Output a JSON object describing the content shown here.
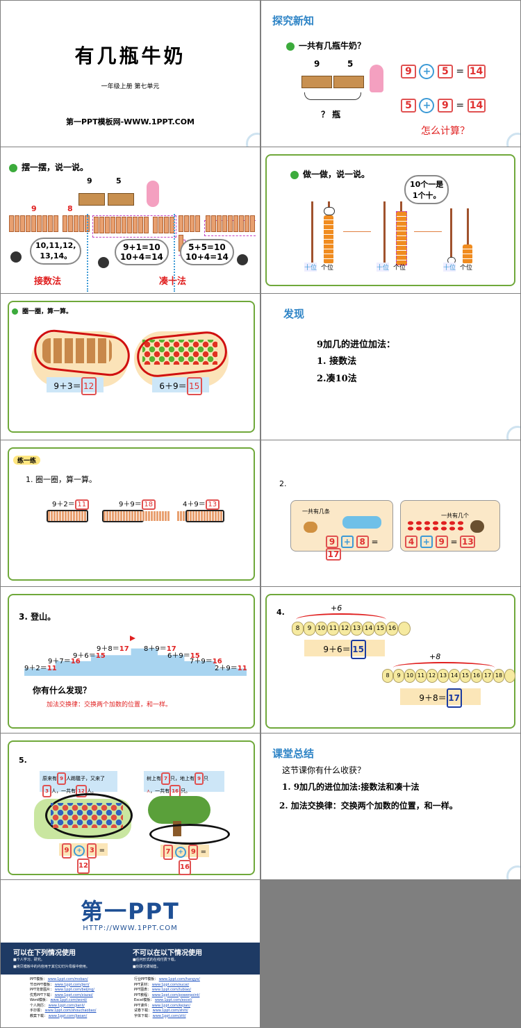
{
  "slide1": {
    "title": "有几瓶牛奶",
    "subtitle": "一年级上册 第七单元",
    "footer": "第一PPT模板网-WWW.1PPT.COM"
  },
  "slide2": {
    "heading": "探究新知",
    "question": "一共有几瓶牛奶？",
    "left_count": "9",
    "right_count": "5",
    "total_label": "？ 瓶",
    "eq1": {
      "a": "9",
      "op": "+",
      "b": "5",
      "eq": "=",
      "r": "14"
    },
    "eq2": {
      "a": "5",
      "op": "+",
      "b": "9",
      "eq": "=",
      "r": "14"
    },
    "how": "怎么计算？"
  },
  "slide3": {
    "question": "摆一摆，说一说。",
    "top_nine": "9",
    "top_five": "5",
    "left_nine": "9",
    "left_eight": "8",
    "bubble1": "10,11,12,\n13,14。",
    "bubble2_l1": "9+1=10",
    "bubble2_l2": "10+4=14",
    "bubble3_l1": "5+5=10",
    "bubble3_l2": "10+4=14",
    "method1": "接数法",
    "method2": "凑十法"
  },
  "slide4": {
    "question": "做一做，说一说。",
    "cloud_l1": "10个一是",
    "cloud_l2": "1个十。",
    "tens": "十位",
    "ones": "个位"
  },
  "slide5": {
    "question": "圈一圈，算一算。",
    "eq1_left": "9＋3＝",
    "eq1_ans": "12",
    "eq2_left": "6＋9＝",
    "eq2_ans": "15"
  },
  "slide6": {
    "heading": "发现",
    "line1": "9加几的进位加法：",
    "line2": "1. 接数法",
    "line3": "2.凑10法"
  },
  "slide7": {
    "badge": "练一练",
    "item": "1. 圈一圈，算一算。",
    "eq1_left": "9＋2＝",
    "eq1_ans": "11",
    "eq2_left": "9＋9＝",
    "eq2_ans": "18",
    "eq3_left": "4＋9＝",
    "eq3_ans": "13"
  },
  "slide8": {
    "num": "2.",
    "p1_q": "一共有几条",
    "p1_eq": {
      "a": "9",
      "op": "+",
      "b": "8",
      "eq": "=",
      "r": "17"
    },
    "p2_q": "一共有几个",
    "p2_eq": {
      "a": "4",
      "op": "+",
      "b": "9",
      "eq": "=",
      "r": "13"
    }
  },
  "slide9": {
    "num": "3. 登山。",
    "eqs": [
      {
        "l": "9＋2＝",
        "r": "11"
      },
      {
        "l": "9＋7＝",
        "r": "16"
      },
      {
        "l": "9＋6＝",
        "r": "15"
      },
      {
        "l": "9＋8＝",
        "r": "17"
      },
      {
        "l": "8＋9＝",
        "r": "17"
      },
      {
        "l": "6＋9＝",
        "r": "15"
      },
      {
        "l": "7＋9＝",
        "r": "16"
      },
      {
        "l": "2＋9＝",
        "r": "11"
      }
    ],
    "question": "你有什么发现？",
    "rule": "加法交换律：交换两个加数的位置，和一样。"
  },
  "slide10": {
    "num": "4.",
    "plus1": "+6",
    "row1": [
      "8",
      "9",
      "10",
      "11",
      "12",
      "13",
      "14",
      "15",
      "16"
    ],
    "eq1_left": "9＋6＝",
    "eq1_ans": "15",
    "plus2": "+8",
    "row2": [
      "8",
      "9",
      "10",
      "11",
      "12",
      "13",
      "14",
      "15",
      "16",
      "17",
      "18"
    ],
    "eq2_left": "9＋8＝",
    "eq2_ans": "17"
  },
  "slide11": {
    "num": "5.",
    "p1_text1": "原来有",
    "p1_a": "9",
    "p1_text2": "人踢毽子，又来了",
    "p1_b": "3",
    "p1_text3": "人，一共有",
    "p1_c": "12",
    "p1_text4": "人。",
    "p2_text1": "树上有",
    "p2_a": "7",
    "p2_text2": "只，地上有",
    "p2_b": "9",
    "p2_text3": "只",
    "p2_text4": "，一共有",
    "p2_c": "16",
    "p2_text5": "只。",
    "eq1": {
      "a": "9",
      "op": "+",
      "b": "3",
      "eq": "=",
      "r": "12"
    },
    "eq2": {
      "a": "7",
      "op": "+",
      "b": "9",
      "eq": "=",
      "r": "16"
    }
  },
  "slide12": {
    "heading": "课堂总结",
    "q": "这节课你有什么收获？",
    "p1": "1. 9加几的进位加法:接数法和凑十法",
    "p2": "2. 加法交换律：交换两个加数的位置，和一样。"
  },
  "slide13": {
    "logo": "第一PPT",
    "url": "HTTP://WWW.1PPT.COM",
    "can_title": "可以在下列情况使用",
    "can_1": "■个人学习、研究。",
    "can_2": "■拷贝模板中的内容用于其它幻灯片母版中使用。",
    "cannot_title": "不可以在以下情况使用",
    "cannot_1": "■任何形式的在线付费下载。",
    "cannot_2": "■刻录光碟销售。",
    "links_left": [
      {
        "k": "PPT模板：",
        "v": "www.1ppt.com/moban/"
      },
      {
        "k": "节日PPT模板：",
        "v": "www.1ppt.com/jieri/"
      },
      {
        "k": "PPT背景图片：",
        "v": "www.1ppt.com/beijing/"
      },
      {
        "k": "优秀PPT下载：",
        "v": "www.1ppt.com/xiazai/"
      },
      {
        "k": "Word模板：",
        "v": "www.1ppt.com/word/"
      },
      {
        "k": "个人简历：",
        "v": "www.1ppt.com/jianli/"
      },
      {
        "k": "手抄报：",
        "v": "www.1ppt.com/shouchaobao/"
      },
      {
        "k": "教案下载：",
        "v": "www.1ppt.com/jiaoan/"
      }
    ],
    "links_right": [
      {
        "k": "行业PPT模板：",
        "v": "www.1ppt.com/hangye/"
      },
      {
        "k": "PPT素材：",
        "v": "www.1ppt.com/sucai/"
      },
      {
        "k": "PPT图表：",
        "v": "www.1ppt.com/tubiao/"
      },
      {
        "k": "PPT教程：",
        "v": "www.1ppt.com/powerpoint/"
      },
      {
        "k": "Excel模板：",
        "v": "www.1ppt.com/excel/"
      },
      {
        "k": "PPT课件：",
        "v": "www.1ppt.com/kejian/"
      },
      {
        "k": "试卷下载：",
        "v": "www.1ppt.com/shiti/"
      },
      {
        "k": "字体下载：",
        "v": "www.1ppt.com/ziti/"
      }
    ]
  }
}
